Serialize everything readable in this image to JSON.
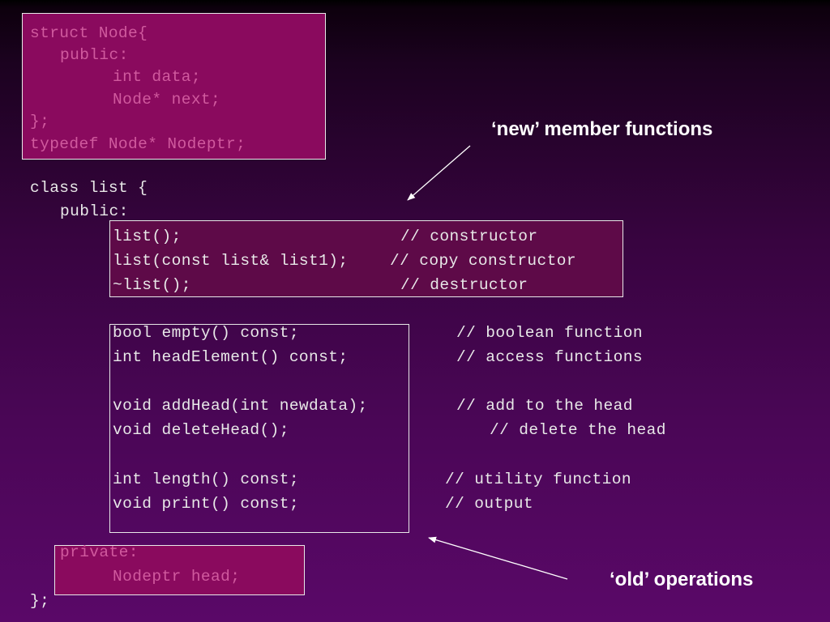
{
  "struct_block": {
    "line1": "struct Node{",
    "line2": "public:",
    "line3": "int data;",
    "line4": "Node* next;",
    "line5": "};",
    "line6": "typedef Node* Nodeptr;"
  },
  "class_block": {
    "header": "class list {",
    "public_label": "public:",
    "close": "};"
  },
  "special_members": [
    {
      "code": "list();",
      "comment": "// constructor"
    },
    {
      "code": "list(const list& list1);",
      "comment": "// copy constructor"
    },
    {
      "code": "~list();",
      "comment": "// destructor"
    }
  ],
  "operations": [
    {
      "code": "bool empty() const;",
      "comment": "// boolean function"
    },
    {
      "code": "int headElement() const;",
      "comment": "// access functions"
    },
    {
      "code": "void addHead(int newdata);",
      "comment": "// add to the head"
    },
    {
      "code": "void deleteHead();",
      "comment": "// delete the head"
    },
    {
      "code": "int length() const;",
      "comment": "// utility function"
    },
    {
      "code": "void print() const;",
      "comment": "// output"
    }
  ],
  "private_block": {
    "label": "private:",
    "member": "Nodeptr head;"
  },
  "annotations": {
    "new_label": "‘new’ member functions",
    "old_label": "‘old’ operations"
  },
  "colors": {
    "box_fill": "#8a0a5e",
    "dim_text": "#d05a9e",
    "text": "#e8e8e8",
    "background_bottom": "#5a0868"
  }
}
